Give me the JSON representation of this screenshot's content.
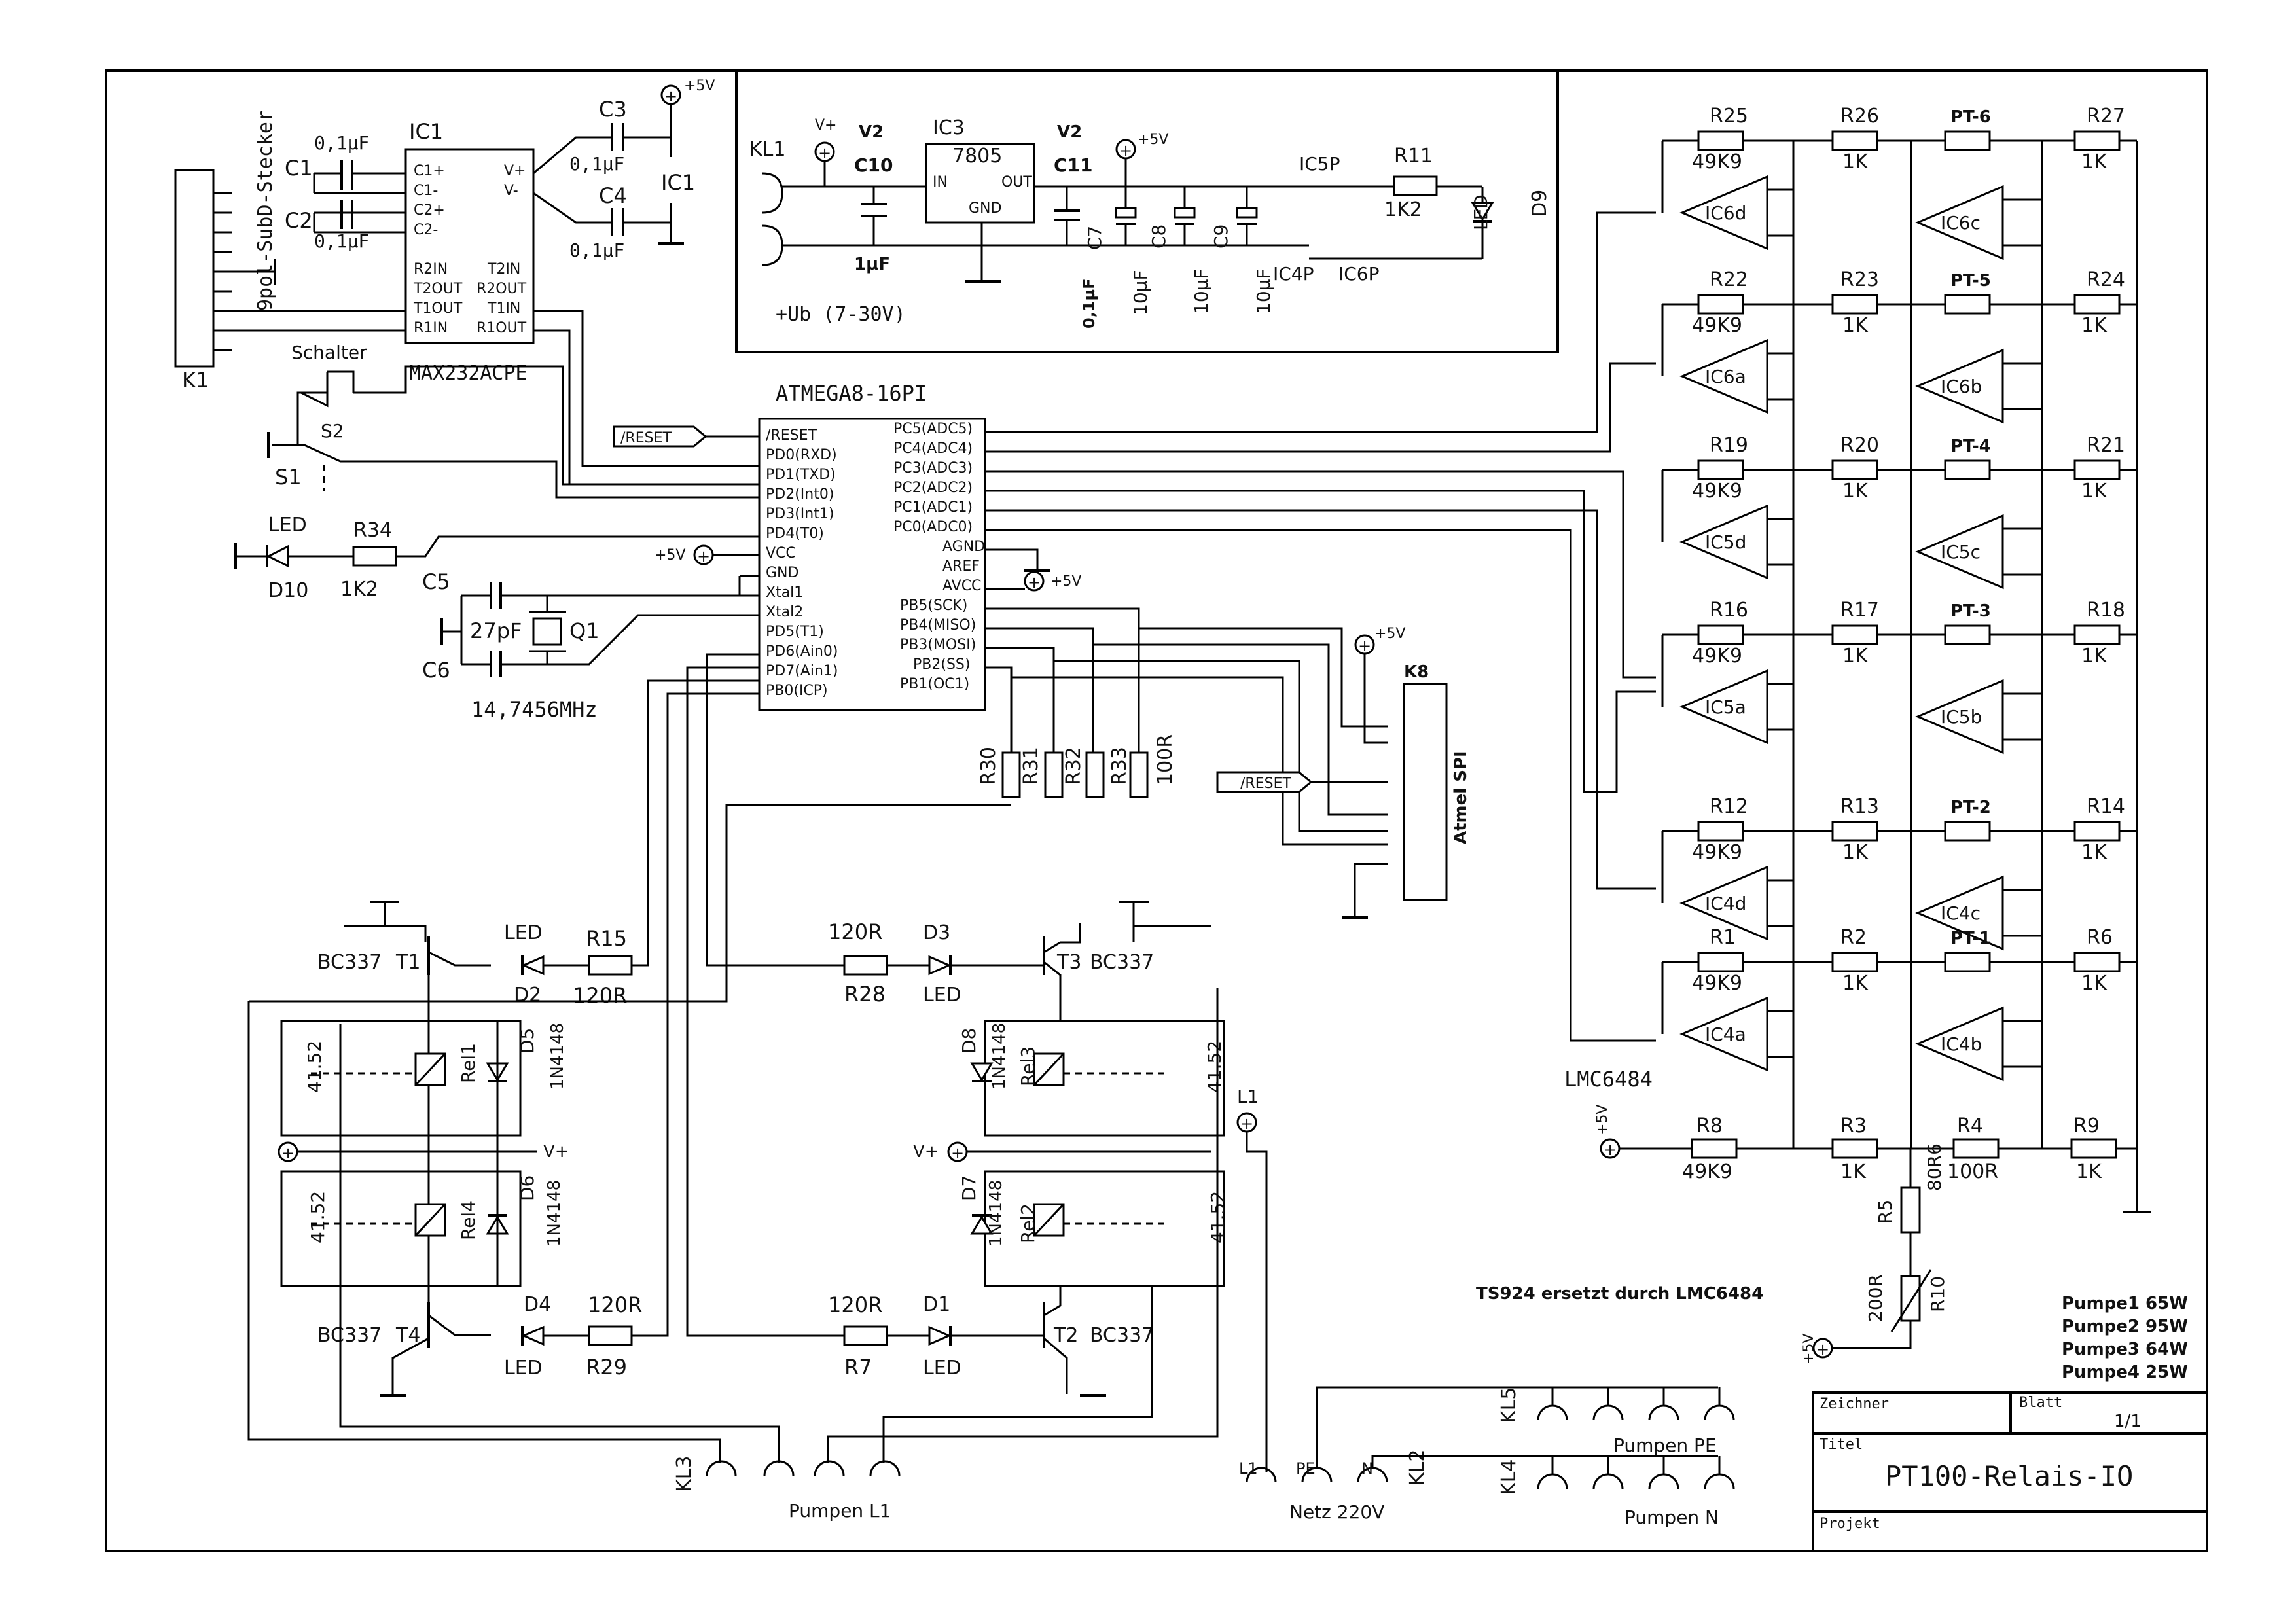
{
  "title_block": {
    "zeichner_label": "Zeichner",
    "blatt_label": "Blatt",
    "blatt_value": "1/1",
    "titel_label": "Titel",
    "title": "PT100-Relais-IO",
    "projekt_label": "Projekt"
  },
  "notes": {
    "replacement": "TS924 ersetzt durch LMC6484",
    "pumps": [
      "Pumpe1 65W",
      "Pumpe2 95W",
      "Pumpe3 64W",
      "Pumpe4 25W"
    ]
  },
  "connectors": {
    "k1_desc": "9pol-SubD-Stecker",
    "k1": "K1",
    "kl1": "KL1",
    "kl1_note": "+Ub (7-30V)",
    "k8": "K8",
    "k8_desc": "Atmel SPI",
    "reset_tag": "/RESET",
    "kl2": "KL2",
    "kl3": "KL3",
    "kl4": "KL4",
    "kl5": "KL5",
    "pumpen_l1": "Pumpen L1",
    "netz": "Netz 220V",
    "pumpen_pe": "Pumpen PE",
    "pumpen_n": "Pumpen N",
    "l1": "L1",
    "pe": "PE",
    "n": "N"
  },
  "supply": {
    "vplus": "+5V",
    "vplus_short": "V+",
    "v2": "V2",
    "c10": "C10",
    "c10_val": "1µF",
    "ic3": "IC3",
    "ic3_type": "7805",
    "ic3_in": "IN",
    "ic3_out": "OUT",
    "ic3_gnd": "GND",
    "c11": "C11",
    "c11_val": "0,1µF",
    "c7": "C7",
    "c8": "C8",
    "c9": "C9",
    "elko_val": "10µF",
    "ic5p": "IC5P",
    "ic4p": "IC4P",
    "ic6p": "IC6P",
    "r11": "R11",
    "r11_val": "1K2",
    "d9": "D9",
    "led": "LED"
  },
  "max232": {
    "ic1": "IC1",
    "type": "MAX232ACPE",
    "pins_left": [
      "C1+",
      "C1-",
      "C2+",
      "C2-",
      "R2IN",
      "T2OUT",
      "T1OUT",
      "R1IN"
    ],
    "pins_right": [
      "V+",
      "V-",
      "T2IN",
      "R2OUT",
      "T1IN",
      "R1OUT"
    ],
    "c1": "C1",
    "c2": "C2",
    "c3": "C3",
    "c4": "C4",
    "cap_val": "0,1µF"
  },
  "mcu": {
    "name": "ATMEGA8-16PI",
    "pins_left": [
      "/RESET",
      "PD0(RXD)",
      "PD1(TXD)",
      "PD2(Int0)",
      "PD3(Int1)",
      "PD4(T0)",
      "VCC",
      "GND",
      "Xtal1",
      "Xtal2",
      "PD5(T1)",
      "PD6(Ain0)",
      "PD7(Ain1)",
      "PB0(ICP)"
    ],
    "pins_right": [
      "PC5(ADC5)",
      "PC4(ADC4)",
      "PC3(ADC3)",
      "PC2(ADC2)",
      "PC1(ADC1)",
      "PC0(ADC0)",
      "AGND",
      "AREF",
      "AVCC",
      "PB5(SCK)",
      "PB4(MISO)",
      "PB3(MOSI)",
      "PB2(SS)",
      "PB1(OC1)"
    ],
    "schalter": "Schalter",
    "s2": "S2",
    "s1": "S1",
    "d10": "D10",
    "r34": "R34",
    "r34_val": "1K2",
    "c5": "C5",
    "c6": "C6",
    "c56_val": "27pF",
    "q1": "Q1",
    "q1_val": "14,7456MHz",
    "r30": "R30",
    "r31": "R31",
    "r32": "R32",
    "r33": "R33",
    "r_val": "100R"
  },
  "relays": {
    "bc337": "BC337",
    "t1": "T1",
    "t2": "T2",
    "t3": "T3",
    "t4": "T4",
    "rel1": "Rel1",
    "rel2": "Rel2",
    "rel3": "Rel3",
    "rel4": "Rel4",
    "type": "41.52",
    "diode": "1N4148",
    "d1": "D1",
    "d2": "D2",
    "d3": "D3",
    "d4": "D4",
    "d5": "D5",
    "d6": "D6",
    "d7": "D7",
    "d8": "D8",
    "r7": "R7",
    "r15": "R15",
    "r28": "R28",
    "r29": "R29",
    "r_val": "120R"
  },
  "opamps": {
    "type": "LMC6484",
    "rows": [
      {
        "rin": "R25",
        "rin_val": "49K9",
        "r1k": "R26",
        "pt": "PT-6",
        "rout": "R27",
        "ic_a": "IC6d",
        "ic_b": "IC6c"
      },
      {
        "rin": "R22",
        "rin_val": "49K9",
        "r1k": "R23",
        "pt": "PT-5",
        "rout": "R24",
        "ic_a": "IC6a",
        "ic_b": "IC6b"
      },
      {
        "rin": "R19",
        "rin_val": "49K9",
        "r1k": "R20",
        "pt": "PT-4",
        "rout": "R21",
        "ic_a": "IC5d",
        "ic_b": "IC5c"
      },
      {
        "rin": "R16",
        "rin_val": "49K9",
        "r1k": "R17",
        "pt": "PT-3",
        "rout": "R18",
        "ic_a": "IC5a",
        "ic_b": "IC5b"
      },
      {
        "rin": "R12",
        "rin_val": "49K9",
        "r1k": "R13",
        "pt": "PT-2",
        "rout": "R14",
        "ic_a": "IC4d",
        "ic_b": "IC4c"
      },
      {
        "rin": "R1",
        "rin_val": "49K9",
        "r1k": "R2",
        "pt": "PT-1",
        "rout": "R6",
        "ic_a": "IC4a",
        "ic_b": "IC4b"
      }
    ],
    "k1_val": "1K",
    "ref": {
      "r8": "R8",
      "r8_val": "49K9",
      "r3": "R3",
      "r3_val": "1K",
      "r4": "R4",
      "r4_val": "100R",
      "r9": "R9",
      "r9_val": "1K",
      "r5": "R5",
      "r5_val": "80R6",
      "r10": "R10",
      "r10_val": "200R"
    }
  }
}
